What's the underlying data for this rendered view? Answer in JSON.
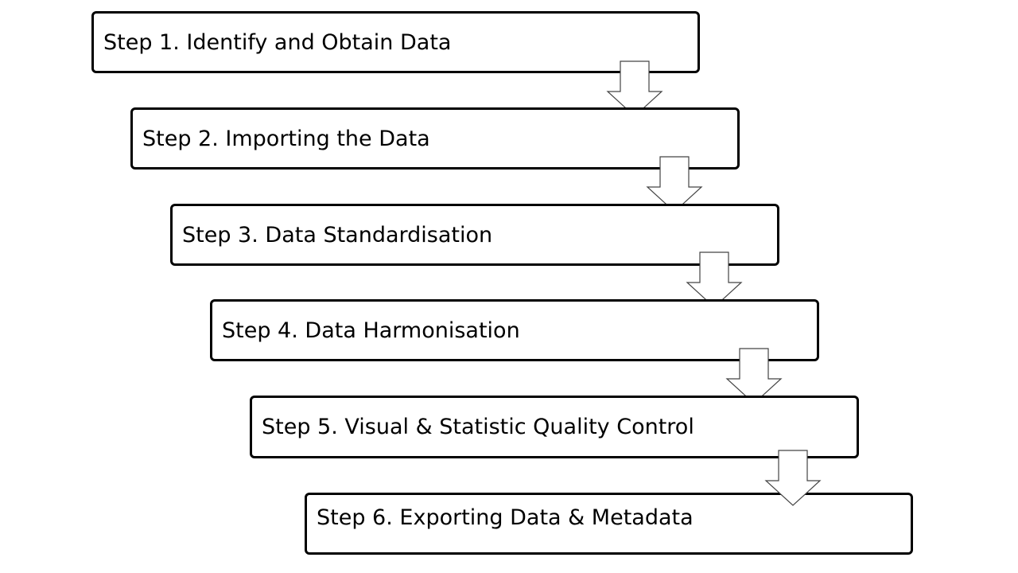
{
  "diagram": {
    "steps": [
      {
        "label": "Step 1. Identify and Obtain Data"
      },
      {
        "label": "Step 2. Importing the Data"
      },
      {
        "label": "Step 3. Data Standardisation"
      },
      {
        "label": "Step 4. Data Harmonisation"
      },
      {
        "label": "Step 5. Visual & Statistic Quality Control"
      },
      {
        "label": "Step 6. Exporting Data & Metadata"
      }
    ],
    "colors": {
      "box_border": "#000000",
      "box_fill": "#ffffff",
      "arrow_stroke": "#444444",
      "arrow_fill": "#ffffff",
      "text": "#000000"
    }
  }
}
